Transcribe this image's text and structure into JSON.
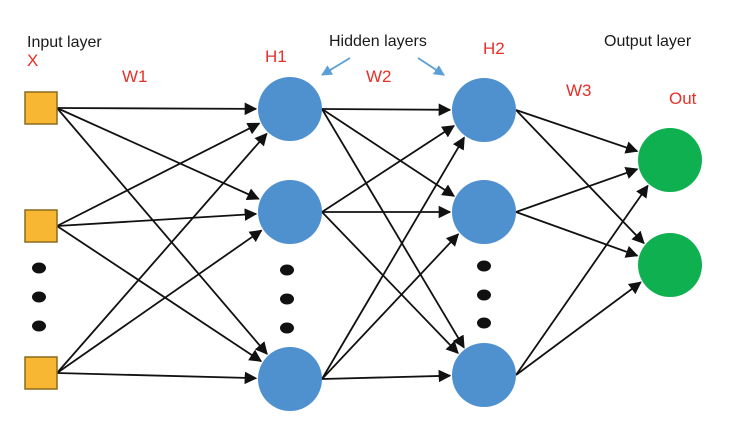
{
  "labels": {
    "input_layer": "Input layer",
    "hidden_layers": "Hidden layers",
    "output_layer": "Output layer",
    "x": "X",
    "w1": "W1",
    "w2": "W2",
    "w3": "W3",
    "h1": "H1",
    "h2": "H2",
    "out": "Out"
  },
  "colors": {
    "input_node": "#f7b733",
    "hidden_node": "#4f90cf",
    "output_node": "#0fb050",
    "edge": "#111111",
    "annotation": "#e8302a",
    "callout_arrow": "#5a9fd6"
  }
}
